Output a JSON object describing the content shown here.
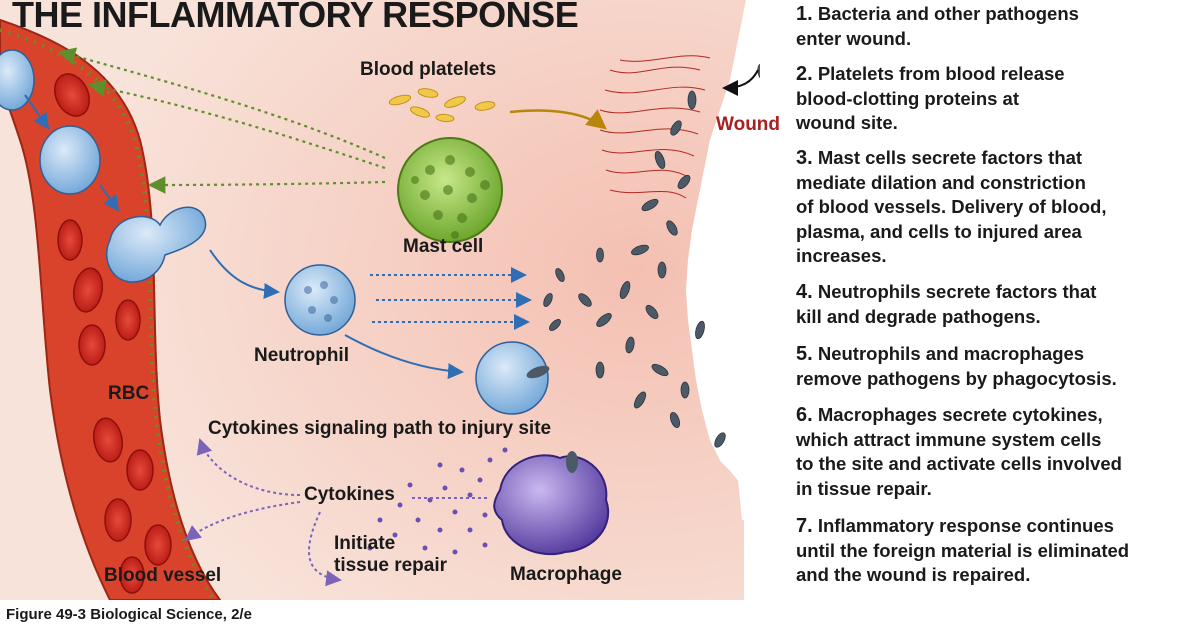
{
  "title": "THE INFLAMMATORY RESPONSE",
  "labels": {
    "platelets": "Blood platelets",
    "mast_cell": "Mast cell",
    "neutrophil": "Neutrophil",
    "rbc": "RBC",
    "cytokine_path": "Cytokines signaling path to injury site",
    "cytokines": "Cytokines",
    "repair": "Initiate\ntissue repair",
    "blood_vessel": "Blood vessel",
    "macrophage": "Macrophage",
    "wound": "Wound"
  },
  "steps": [
    {
      "num": "1.",
      "text": "Bacteria and other pathogens\nenter wound."
    },
    {
      "num": "2.",
      "text": "Platelets from blood release\nblood-clotting proteins at\nwound site."
    },
    {
      "num": "3.",
      "text": "Mast cells secrete factors that\nmediate dilation and constriction\nof blood vessels. Delivery of blood,\nplasma, and cells to injured area\nincreases."
    },
    {
      "num": "4.",
      "text": "Neutrophils secrete factors that\nkill and degrade pathogens."
    },
    {
      "num": "5.",
      "text": "Neutrophils and macrophages\nremove pathogens by phagocytosis."
    },
    {
      "num": "6.",
      "text": "Macrophages secrete cytokines,\nwhich attract immune system cells\nto the site and activate cells involved\nin tissue repair."
    },
    {
      "num": "7.",
      "text": "Inflammatory response continues\nuntil the foreign material is eliminated\nand the wound is repaired."
    }
  ],
  "caption": "Figure 49-3  Biological Science, 2/e",
  "colors": {
    "tissue": "#f6d6cb",
    "vessel": "#d9432b",
    "rbc": "#c8201c",
    "wbc": "#6fa5d8",
    "mast": "#8cc63f",
    "macrophage": "#6a4fb5",
    "cytokine": "#7b64b8",
    "wound_label": "#a8201f",
    "arrow_blue": "#2f6db5",
    "arrow_green": "#5f8f2a"
  }
}
